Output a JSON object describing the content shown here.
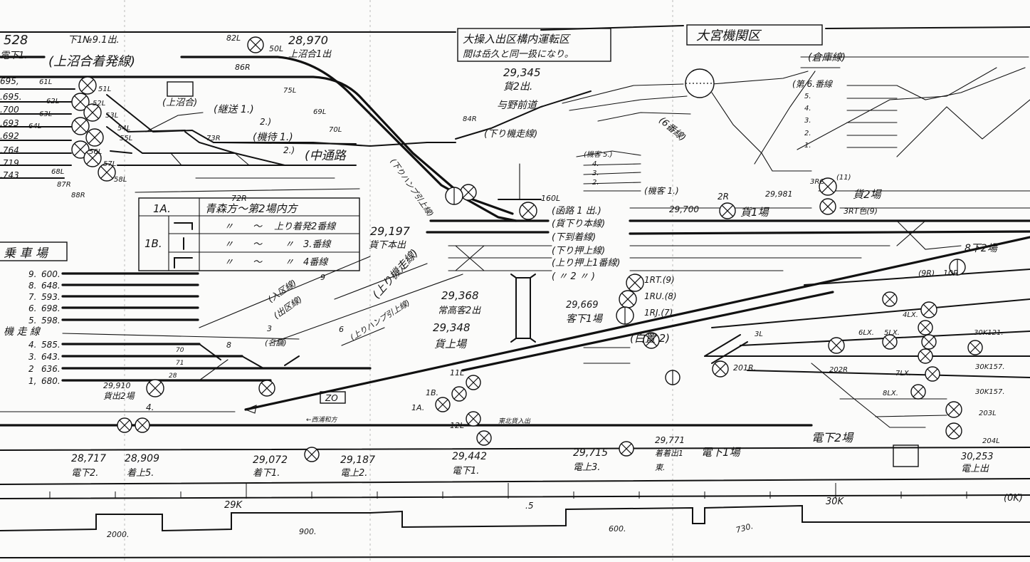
{
  "labels": {
    "km_528": "528",
    "label_528": "電下1.",
    "down_9_1_out": "下1№9.1出.",
    "kamiochiai_line": "(上沼合着発線)",
    "km_28970": "28,970",
    "label_28970": "上沼合1出",
    "sig_82L": "82L",
    "sig_50L": "50L",
    "sig_86R": "86R",
    "km_l1": "695,",
    "km_l2": ".695.",
    "km_l3": ".700",
    "km_l4": ".693",
    "km_l5": ".692",
    "km_l6": ".764",
    "km_l7": ".719",
    "km_l8": ".743",
    "sig_61L": "61L",
    "sig_51L": "51L",
    "sig_62L": "62L",
    "sig_52L": "52L",
    "sig_63L": "63L",
    "sig_53L": "53L",
    "sig_64L": "64L",
    "sig_54L": "54L",
    "sig_55L": "55L",
    "sig_56L": "56L",
    "sig_57L": "57L",
    "sig_58L": "58L",
    "sig_68L": "68L",
    "sig_87R": "87R",
    "sig_88R": "88R",
    "kamiochiai": "(上沼合)",
    "keisou_1": "(継送 1.)",
    "keisou_2": "2.)",
    "kitai_1": "(機待 1.)",
    "kitai_2": "2.)",
    "sig_73R": "73R",
    "sig_75L": "75L",
    "sig_69L": "69L",
    "sig_70L": "70L",
    "sig_72R": "72R",
    "nakatsuuro": "(中通路",
    "notice_1": "大操入出区構内運転区",
    "notice_2": "間は岳久と同一扱になり。",
    "omiya_depot": "大宮機関区",
    "souko_line": "(倉庫線)",
    "km_29345": "29,345",
    "label_29345": "貨2出.",
    "yono": "与野前道",
    "sig_84R": "84R",
    "down_kisou": "(下り機走線)",
    "kikyaku_5": "(機客 5.)",
    "kikyaku_4": "4.",
    "kikyaku_3": "3.",
    "kikyaku_2": "2.",
    "kikyaku_1": "(機客 1.)",
    "dai6": "(第 6.番線",
    "dai6_5": "5.",
    "dai6_4": "4.",
    "dai6_3": "3.",
    "dai6_2": "2.",
    "dai6_1": "1.",
    "rokuban": "(6番線)",
    "km_29197": "29,197",
    "label_29197": "貨下本出",
    "up_kisou": "(上り機走線)",
    "up_hump": "(上りハンプ引上線)",
    "down_hump": "(下りハンプ引上線)",
    "sig_160L": "160L",
    "r_1": "(函路 1 出.)",
    "r_2": "(貨下り本線)",
    "r_3": "(下到着線)",
    "r_4": "(下り押上線)",
    "r_5": "(上り押上1番線)",
    "r_6": "( 〃  2  〃 )",
    "km_29700": "29,700",
    "sig_2R": "2R",
    "kamotsu1": "貨1場",
    "km_29981": "29,981",
    "sig_3RC": "3RC",
    "sig_11": "(11)",
    "kamotsu2": "貨2場",
    "sig_3RT": "3RT色(9)",
    "km_29368": "29,368",
    "label_29368": "常高客2出",
    "km_29348": "29,348",
    "label_29348": "貨上場",
    "km_29669": "29,669",
    "label_29669": "客下1場",
    "sig_1RT": "1RT.(9)",
    "sig_1RU": "1RU.(8)",
    "sig_1RJ": "1RJ.(7)",
    "hakuchi": "(白置 2)",
    "ge8_2": "8下2場",
    "sig_9R": "(9R)",
    "sig_10R": "10R",
    "km_30121": "30K121.",
    "km_30157a": "30K157.",
    "km_30157b": "30K157.",
    "sig_201R": "201R.",
    "sig_202R": "202R",
    "sig_203L": "203L",
    "sig_204L": "204L",
    "sig_4LX": "4LX.",
    "sig_6LX": "6LX.",
    "sig_5LX": "5LX.",
    "sig_7LX": "7LX.",
    "sig_8LX": "8LX.",
    "sig_3L": "3L",
    "denge2": "電下2場",
    "km_30253": "30,253",
    "label_30253": "電上出",
    "jousha": "乗 車 場",
    "kisou_line": "機 走 線",
    "km_29910": "29,910",
    "label_29910": "貨出2場",
    "num_4": "4.",
    "zo": "ZO",
    "nishiurawa": "←西浦和方",
    "tohoku_in": "東北貨入出",
    "sig_11L": "11L",
    "sig_1B": "1B.",
    "sig_1A": "1A.",
    "sig_12L": "12L",
    "sig_9": "9",
    "sig_3": "3",
    "sig_6": "6",
    "sig_8": "8",
    "nyuku": "(入区線)",
    "shukku": "(出区線)",
    "meiho": "(名舗)",
    "sig_70": "70",
    "sig_71": "71",
    "sig_28": "28",
    "b_28717": "28,717",
    "b_28717l": "電下2.",
    "b_28909": "28,909",
    "b_28909l": "着上5.",
    "b_29072": "29,072",
    "b_29072l": "着下1.",
    "b_29187": "29,187",
    "b_29187l": "電上2.",
    "b_29442": "29,442",
    "b_29442l": "電下1.",
    "b_29715": "29,715",
    "b_29715l": "電上3.",
    "b_29771": "29,771",
    "b_29771l": "着着出1",
    "b_29771e": "東.",
    "b_denge1": "電下1場",
    "scale_29k": "29K",
    "scale_5": ".5",
    "scale_30k": "30K",
    "scale_0k": "(0K)",
    "grad_2000": "2000.",
    "grad_900": "900.",
    "grad_600": "600.",
    "grad_730": "730."
  },
  "platform_tracks": [
    {
      "no": "9.",
      "length": "600."
    },
    {
      "no": "8.",
      "length": "648."
    },
    {
      "no": "7.",
      "length": "593."
    },
    {
      "no": "6.",
      "length": "698."
    },
    {
      "no": "5.",
      "length": "598."
    },
    {
      "no": "4.",
      "length": "585."
    },
    {
      "no": "3.",
      "length": "643."
    },
    {
      "no": "2",
      "length": "636."
    },
    {
      "no": "1,",
      "length": "680."
    }
  ],
  "route_table": {
    "header_left": "1A.",
    "header_right": "青森方～第2場内方",
    "row_label": "1B.",
    "rows": [
      {
        "c1": "〃",
        "c2": "～",
        "c3": "上り着発2番線"
      },
      {
        "c1": "〃",
        "c2": "～",
        "c3": "〃　3.番線"
      },
      {
        "c1": "〃",
        "c2": "～",
        "c3": "〃　4番線"
      }
    ]
  }
}
